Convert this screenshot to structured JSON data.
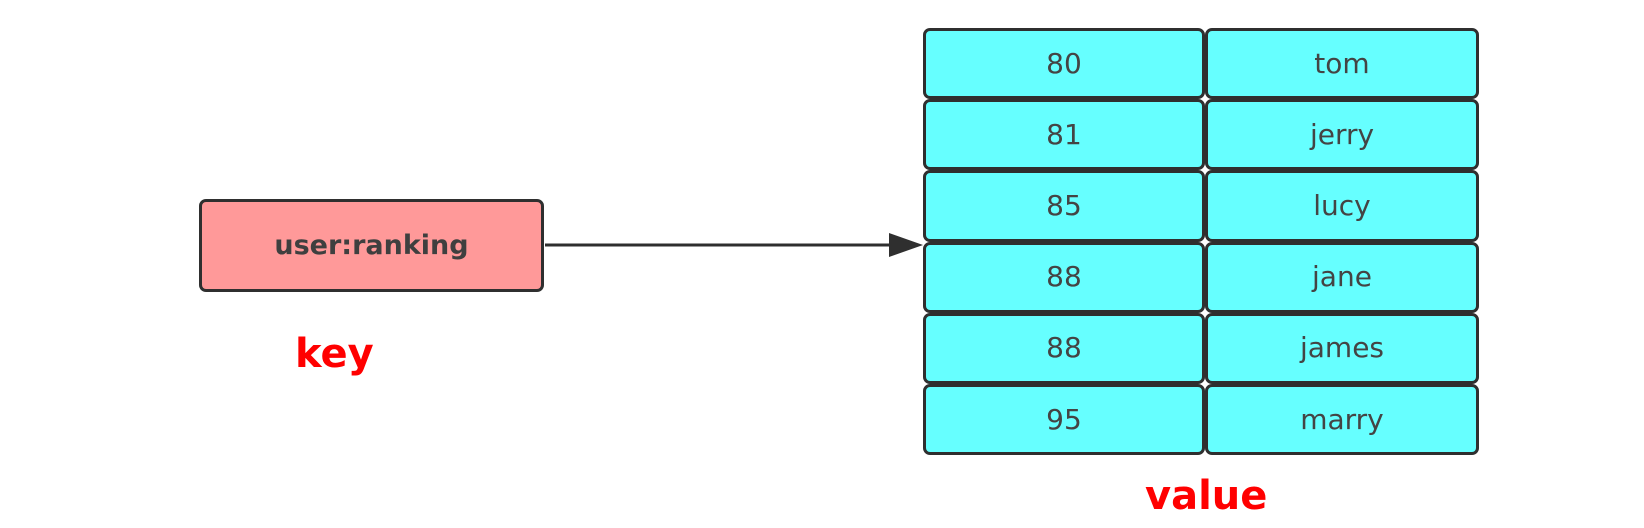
{
  "key_box": {
    "label": "user:ranking"
  },
  "captions": {
    "key": "key",
    "value": "value"
  },
  "zset": {
    "rows": [
      {
        "score": "80",
        "member": "tom"
      },
      {
        "score": "81",
        "member": "jerry"
      },
      {
        "score": "85",
        "member": "lucy"
      },
      {
        "score": "88",
        "member": "jane"
      },
      {
        "score": "88",
        "member": "james"
      },
      {
        "score": "95",
        "member": "marry"
      }
    ]
  },
  "colors": {
    "key_fill": "#ff9999",
    "value_fill": "#66ffff",
    "stroke": "#2f2f2f",
    "caption": "#ff0000"
  }
}
